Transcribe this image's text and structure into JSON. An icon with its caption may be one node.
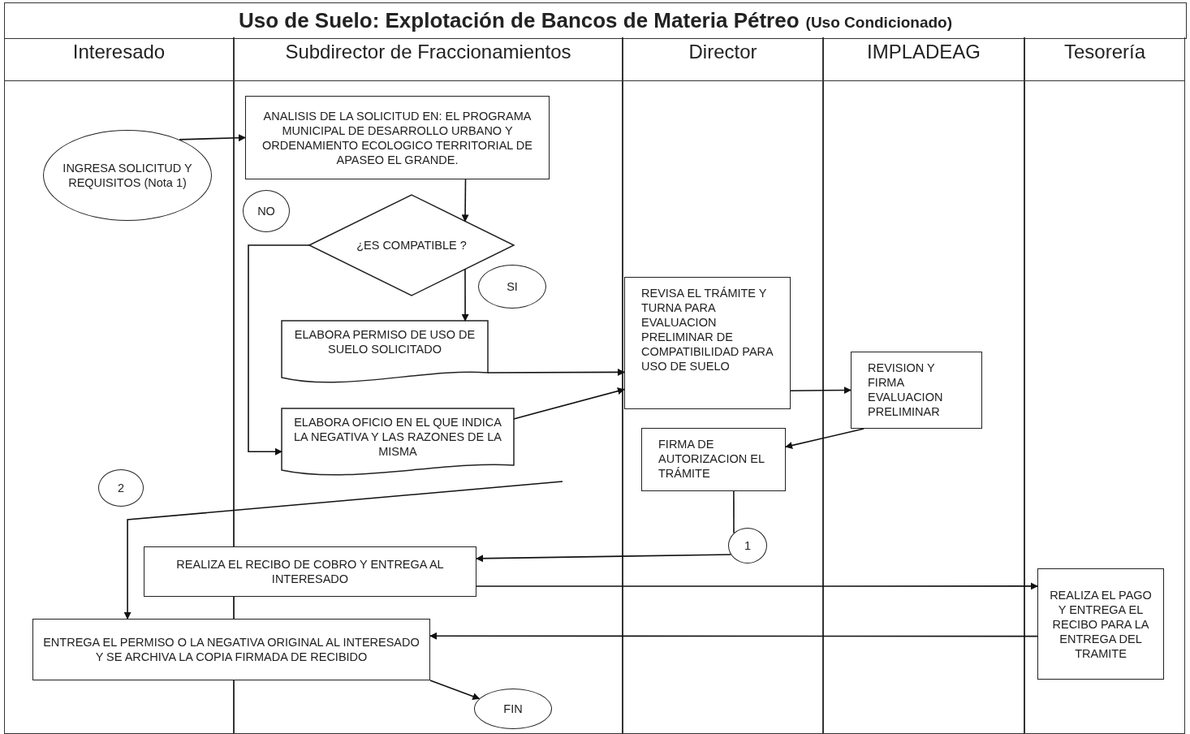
{
  "diagram": {
    "title": "Uso de Suelo: Explotación de Bancos de Materia Pétreo",
    "labels": [
      "(Uso Condicionado)"
    ],
    "nodes": [
      {
        "text": [
          "Interesado"
        ]
      },
      {
        "text": [
          "Subdirector de Fraccionamientos"
        ]
      },
      {
        "text": [
          "Director"
        ]
      },
      {
        "text": [
          "IMPLADEAG"
        ]
      },
      {
        "text": [
          "Tesorería"
        ]
      },
      {
        "text": [
          "INGRESA SOLICITUD Y REQUISITOS (Nota 1)"
        ],
        "in": 0
      },
      {
        "text": [
          "ANALISIS DE LA SOLICITUD EN: EL PROGRAMA MUNICIPAL DE DESARROLLO URBANO Y ORDENAMIENTO ECOLOGICO TERRITORIAL DE APASEO EL GRANDE."
        ],
        "in": 1
      },
      {
        "text": [
          "NO"
        ],
        "in": 1
      },
      {
        "text": [
          "¿ES COMPATIBLE ?"
        ],
        "in": 1
      },
      {
        "text": [
          "SI"
        ],
        "in": 1
      },
      {
        "text": [
          "ELABORA PERMISO DE USO DE SUELO SOLICITADO"
        ],
        "in": 1
      },
      {
        "text": [
          "ELABORA OFICIO EN EL QUE INDICA LA NEGATIVA Y LAS RAZONES DE LA MISMA"
        ],
        "in": 1
      },
      {
        "text": [
          "2"
        ],
        "in": 0
      },
      {
        "text": [
          "REVISA EL TRÁMITE Y TURNA PARA EVALUACION PRELIMINAR DE COMPATIBILIDAD PARA USO DE SUELO"
        ],
        "in": 2
      },
      {
        "text": [
          "REVISION Y FIRMA EVALUACION PRELIMINAR"
        ],
        "in": 3
      },
      {
        "text": [
          "FIRMA DE AUTORIZACION EL TRÁMITE"
        ],
        "in": 2
      },
      {
        "text": [
          "1"
        ],
        "in": 2
      },
      {
        "text": [
          "REALIZA EL RECIBO DE COBRO Y ENTREGA AL INTERESADO"
        ]
      },
      {
        "text": [
          "REALIZA EL PAGO Y ENTREGA EL RECIBO PARA LA ENTREGA DEL TRAMITE"
        ],
        "in": 4
      },
      {
        "text": [
          "ENTREGA EL PERMISO O LA NEGATIVA ORIGINAL AL INTERESADO Y SE ARCHIVA LA COPIA FIRMADA DE RECIBIDO"
        ]
      },
      {
        "text": [
          "FIN"
        ],
        "in": 1
      }
    ],
    "edges": [
      {
        "from": 5,
        "to": 6,
        "arrow": "to"
      },
      {
        "from": 6,
        "to": 8,
        "arrow": "to"
      },
      {
        "from": 8,
        "to": 10,
        "arrow": "to"
      },
      {
        "from": 8,
        "to": 11,
        "arrow": "to"
      },
      {
        "from": 10,
        "to": 13,
        "arrow": "to"
      },
      {
        "from": 11,
        "to": 13,
        "arrow": "to"
      },
      {
        "from": 13,
        "to": 14,
        "arrow": "to"
      },
      {
        "from": 14,
        "to": 15,
        "arrow": "to"
      },
      {
        "from": 15,
        "to": 16,
        "arrow": "none"
      },
      {
        "from": 16,
        "to": 17,
        "arrow": "to"
      },
      {
        "from": 17,
        "to": 18,
        "arrow": "to"
      },
      {
        "from": 18,
        "to": 19,
        "arrow": "to"
      },
      {
        "from": null,
        "to": 19,
        "arrow": "to"
      },
      {
        "from": 19,
        "to": 20,
        "arrow": "to"
      }
    ]
  }
}
